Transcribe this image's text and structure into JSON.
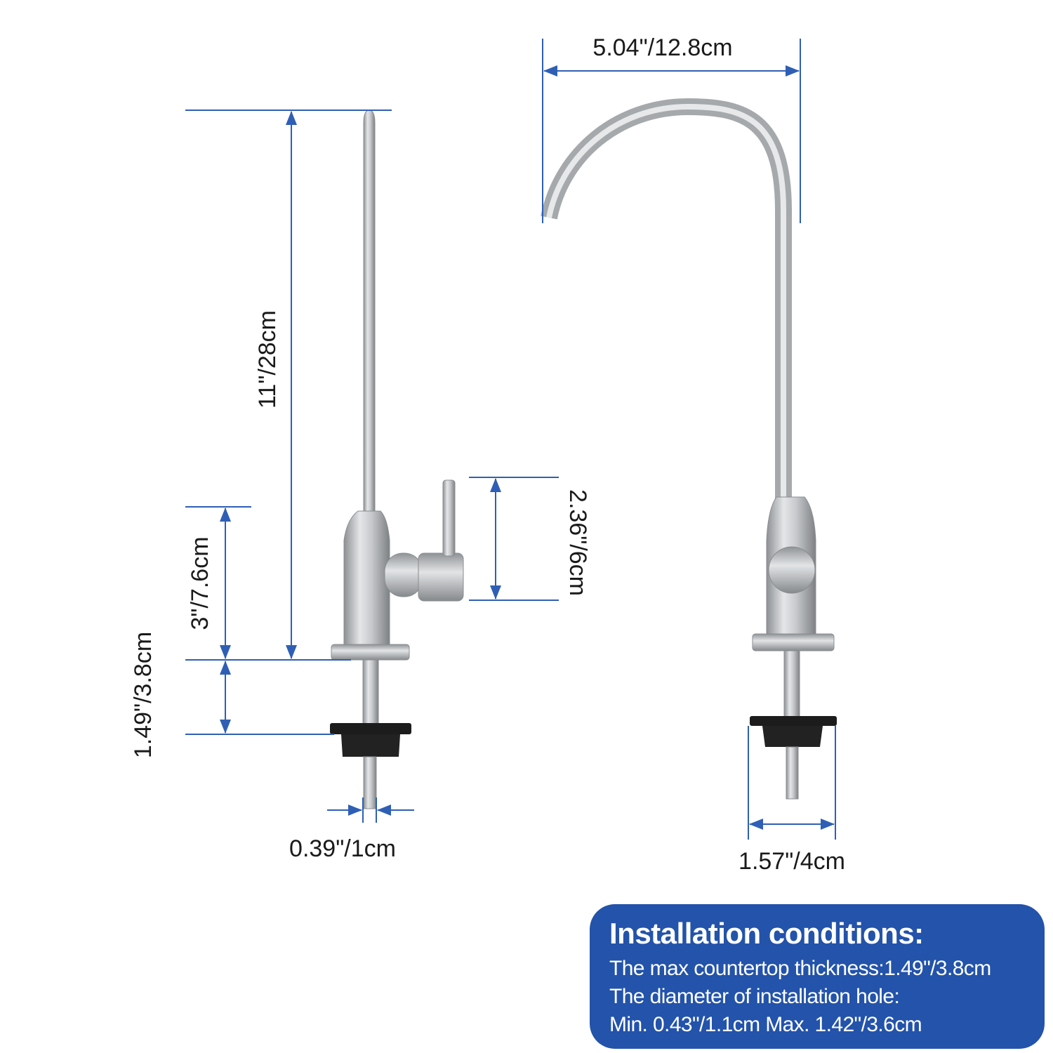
{
  "dimensions": {
    "spout_reach": "5.04\"/12.8cm",
    "total_height": "11\"/28cm",
    "base_height": "3\"/7.6cm",
    "handle_height": "2.36\"/6cm",
    "countertop_thickness": "1.49\"/3.8cm",
    "outlet_diameter": "0.39\"/1cm",
    "nut_width": "1.57\"/4cm"
  },
  "installation": {
    "title": "Installation conditions:",
    "line1": "The max countertop thickness:1.49\"/3.8cm",
    "line2": "The diameter of installation hole:",
    "line3": "Min. 0.43\"/1.1cm  Max. 1.42\"/3.6cm"
  },
  "colors": {
    "accent": "#2f5fb5",
    "panel": "#2353aa",
    "metal": "#b4b7ba"
  }
}
